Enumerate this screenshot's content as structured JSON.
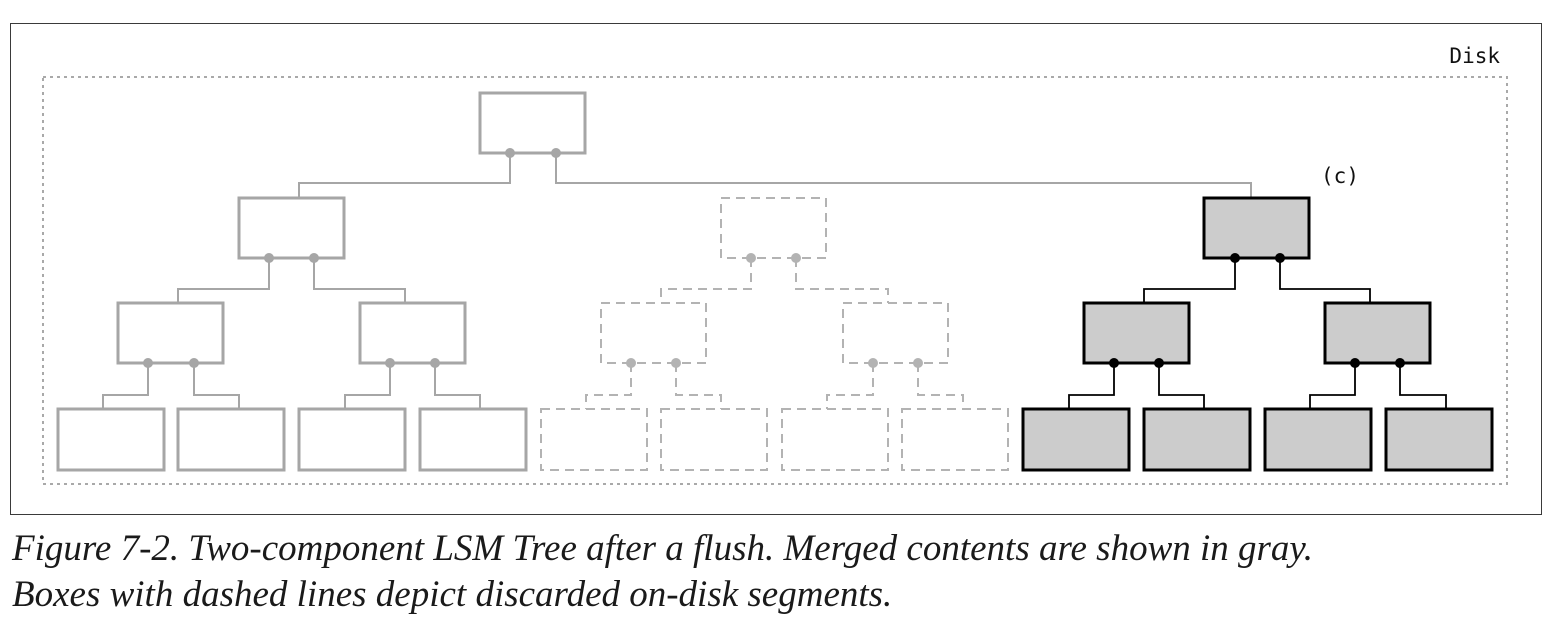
{
  "diagram": {
    "disk_label": "Disk",
    "tree_c_label": "(c)",
    "colors": {
      "merged_stroke": "#a6a6a6",
      "discarded_stroke": "#b3b3b3",
      "new_stroke": "#000000",
      "new_fill": "#cccccc",
      "disk_border": "#a9a9a9"
    }
  },
  "caption": {
    "line1": "Figure 7-2. Two-component LSM Tree after a flush. Merged contents are shown in gray.",
    "line2": "Boxes with dashed lines depict discarded on-disk segments."
  }
}
